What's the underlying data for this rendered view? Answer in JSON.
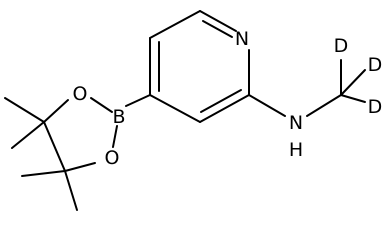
{
  "molecule": {
    "atoms": {
      "pyridine_n": "N",
      "amine_n": "N",
      "amine_h": "H",
      "boron": "B",
      "oxygen_upper": "O",
      "oxygen_lower": "O",
      "deuterium_1": "D",
      "deuterium_2": "D",
      "deuterium_3": "D"
    }
  },
  "colors": {
    "bond": "#000000",
    "label": "#000000",
    "background": "#ffffff"
  }
}
